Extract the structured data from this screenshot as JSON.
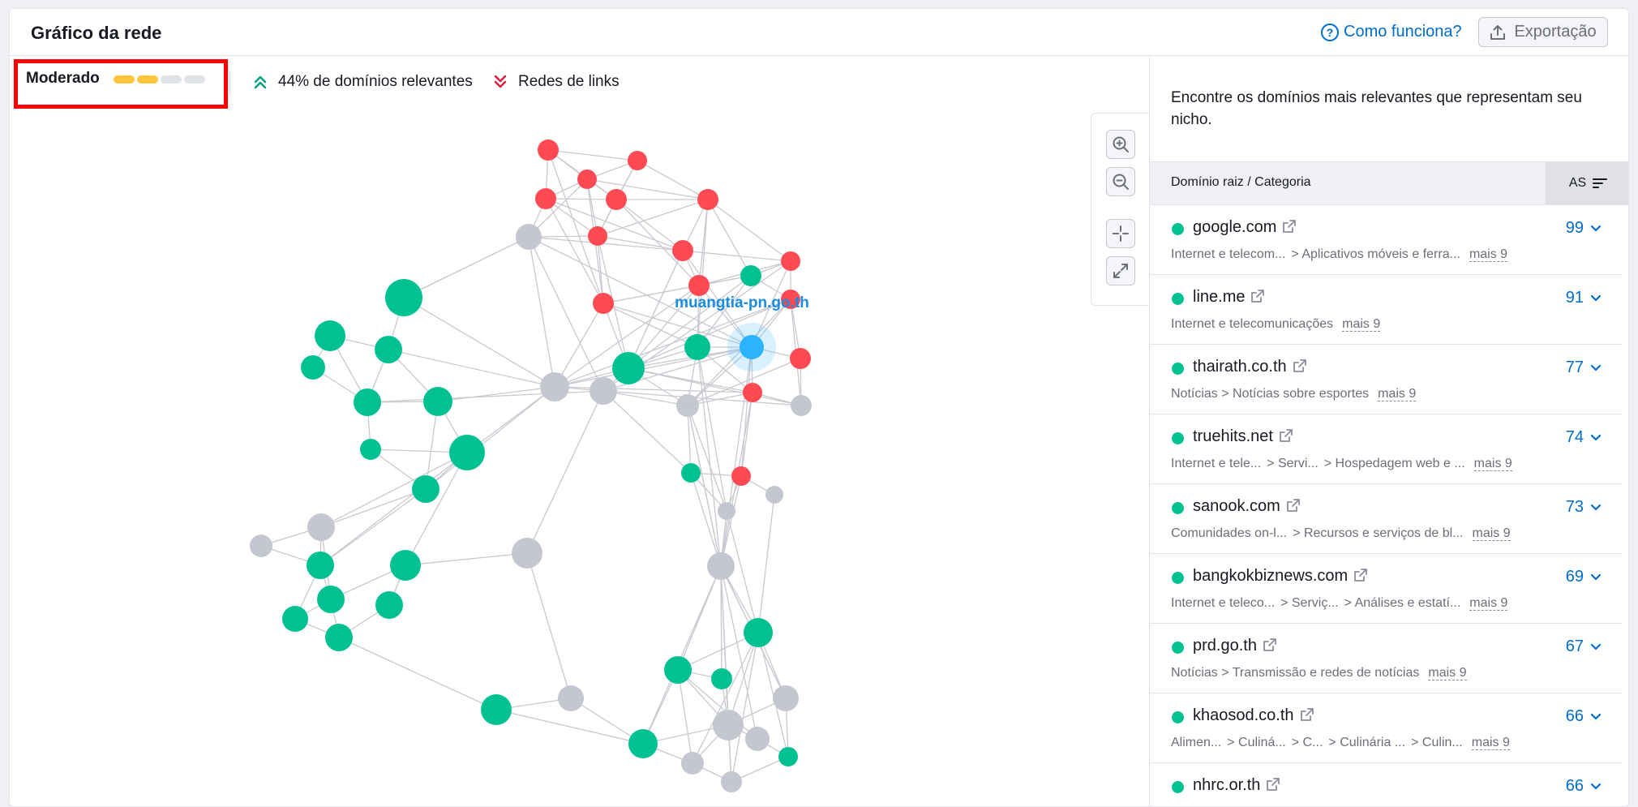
{
  "header": {
    "title": "Gráfico da rede",
    "how_it_works": "Como funciona?",
    "export": "Exportação"
  },
  "filters": {
    "level_label": "Moderado",
    "level_value": {
      "filled": 2,
      "total": 4
    },
    "relevant": "44% de domínios relevantes",
    "link_networks": "Redes de links"
  },
  "graph": {
    "highlight_label": "muangtia-pn.go.th",
    "colors": {
      "relevant": "#00c192",
      "link_network": "#ff4953",
      "neutral": "#c4c7cf",
      "highlight": "#2bb3ff",
      "edge": "#c8cad1",
      "label": "#1a8ce0"
    }
  },
  "sidebar": {
    "description": "Encontre os domínios mais relevantes que representam seu nicho.",
    "column_domain": "Domínio raiz / Categoria",
    "column_as": "AS",
    "rows": [
      {
        "domain": "google.com",
        "as": "99",
        "categories": [
          "Internet e telecom...",
          "> Aplicativos móveis e ferra..."
        ],
        "more": "mais 9"
      },
      {
        "domain": "line.me",
        "as": "91",
        "categories": [
          "Internet e telecomunicações"
        ],
        "more": "mais 9"
      },
      {
        "domain": "thairath.co.th",
        "as": "77",
        "categories": [
          "Notícias > Notícias sobre esportes"
        ],
        "more": "mais 9"
      },
      {
        "domain": "truehits.net",
        "as": "74",
        "categories": [
          "Internet e tele...",
          "> Servi...",
          "> Hospedagem web e ..."
        ],
        "more": "mais 9"
      },
      {
        "domain": "sanook.com",
        "as": "73",
        "categories": [
          "Comunidades on-l...",
          "> Recursos e serviços de bl..."
        ],
        "more": "mais 9"
      },
      {
        "domain": "bangkokbiznews.com",
        "as": "69",
        "categories": [
          "Internet e teleco...",
          "> Serviç...",
          "> Análises e estatí..."
        ],
        "more": "mais 9"
      },
      {
        "domain": "prd.go.th",
        "as": "67",
        "categories": [
          "Notícias > Transmissão e redes de notícias"
        ],
        "more": "mais 9"
      },
      {
        "domain": "khaosod.co.th",
        "as": "66",
        "categories": [
          "Alimen...",
          "> Culiná...",
          "> C...",
          "> Culinária ...",
          "> Culin..."
        ],
        "more": "mais 9"
      },
      {
        "domain": "nhrc.or.th",
        "as": "66",
        "categories": [],
        "more": ""
      }
    ]
  }
}
